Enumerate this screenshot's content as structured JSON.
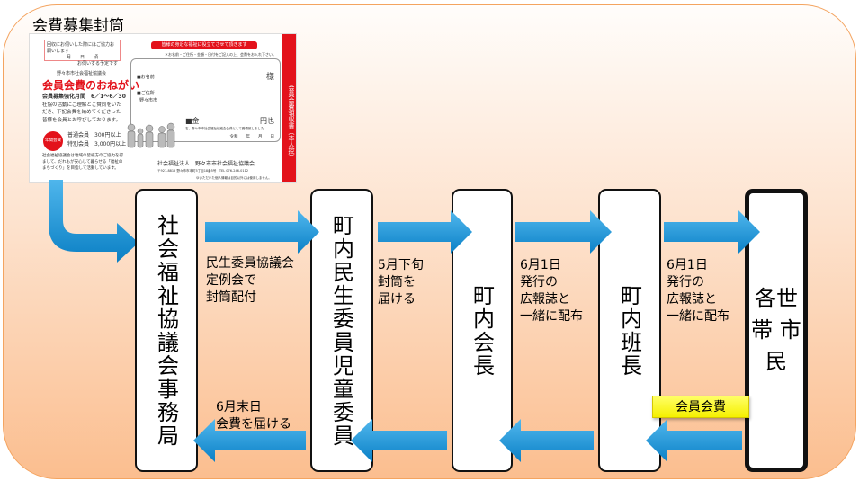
{
  "title": "会費募集封筒",
  "envelope": {
    "stamp_line1": "回収にお伺いした際にはご協力お願いします",
    "stamp_line2": "月　　日　　頃",
    "stamp_line3": "お伺いする予定です",
    "org": "野々市市社会福祉協議会",
    "headline": "会員会費のおねがい",
    "period": "会員募集強化月間　6／1～6／30",
    "desc": "社協の活動にご理解とご賛同をいただき、下記会費を納めてくださった皆様を会員とお呼びしております。",
    "badge": "年間会費",
    "fee1": "普通会員　300円以上",
    "fee2": "特別会員　3,000円以上",
    "note": "社会福祉協議会は地域の皆様方のご協力を得まして、だれもが安心して暮らせる「福祉のまちづくり」を目指して活動しています。",
    "banner": "皆様の身近な福祉に役立てさせて頂きます",
    "hint": "＊お名前・ご住所・金額・日付をご記入の上、会費をお入れ下さい。",
    "name_label": "■お名前",
    "name_suffix": "様",
    "address_label": "■ご住所",
    "address_value": "野々市市",
    "amount_label": "■金",
    "amount_suffix": "円也",
    "receipt_note": "右、野々市市社会福祉協議会会費として受領致しました",
    "date": "令和　　年　　月　　日",
    "side": "会員会費領収書（本人控）",
    "issuer": "社会福祉法人　野々市市社会福祉協議会",
    "address": "〒921-8815 野々市市本町5丁目18番5号　TEL 076-246-0112",
    "footer": "ゆいただいた個人情報は目的以外には使用しません。"
  },
  "nodes": [
    {
      "label": "社会福祉協議会事務局"
    },
    {
      "label": "町内民生委員児童委員"
    },
    {
      "label": "町内会長"
    },
    {
      "label": "町内班長"
    },
    {
      "label": "各世帯 市民"
    }
  ],
  "flow_labels": {
    "step1": "民生委員協議会\n定例会で\n封筒配付",
    "step2": "5月下旬\n封筒を\n届ける",
    "step3": "6月1日\n発行の\n広報誌と\n一緒に配布",
    "step4": "6月1日\n発行の\n広報誌と\n一緒に配布",
    "return": "6月末日\n会費を届ける",
    "fee_badge": "会員会費"
  },
  "colors": {
    "arrow": "#0a8fd6",
    "badge": "#ffff33",
    "background_bottom": "#fbbe8f",
    "accent_red": "#e3121b"
  }
}
